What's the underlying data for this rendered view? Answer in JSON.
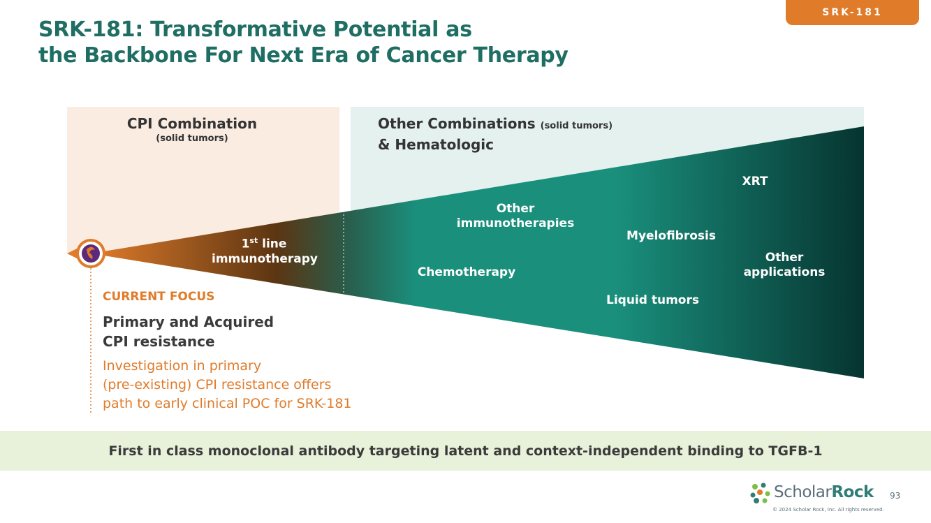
{
  "tag": "SRK-181",
  "title": {
    "line1": "SRK-181: Transformative Potential as",
    "line2": "the Backbone For Next Era of Cancer Therapy"
  },
  "panels": {
    "cpi": {
      "heading": "CPI Combination",
      "sub": "(solid tumors)"
    },
    "other": {
      "heading": "Other Combinations",
      "heading_small": "(solid tumors)",
      "heading2": "& Hematologic"
    }
  },
  "wedge": {
    "first_line": "1",
    "first_line_sup": "st",
    "first_line_rest": " line",
    "first_line_2": "immunotherapy",
    "other_immuno_1": "Other",
    "other_immuno_2": "immunotherapies",
    "chemo": "Chemotherapy",
    "myelo": "Myelofibrosis",
    "liquid": "Liquid tumors",
    "xrt": "XRT",
    "other_app_1": "Other",
    "other_app_2": "applications"
  },
  "focus": {
    "label": "CURRENT FOCUS",
    "title_1": "Primary and Acquired",
    "title_2": "CPI resistance",
    "desc_1": "Investigation in primary",
    "desc_2": "(pre-existing) CPI resistance offers",
    "desc_3": "path to early clinical POC for SRK-181"
  },
  "banner": "First in class monoclonal antibody targeting latent and context-independent binding to TGFB-1",
  "footer": {
    "logo_part1": "Scholar",
    "logo_part2": "Rock",
    "copyright": "© 2024 Scholar Rock, Inc. All rights reserved.",
    "page": "93"
  },
  "colors": {
    "accent_orange": "#e07b2a",
    "title_teal": "#1f6e64",
    "wedge_teal": "#1a8f7c",
    "wedge_dark": "#063430"
  }
}
